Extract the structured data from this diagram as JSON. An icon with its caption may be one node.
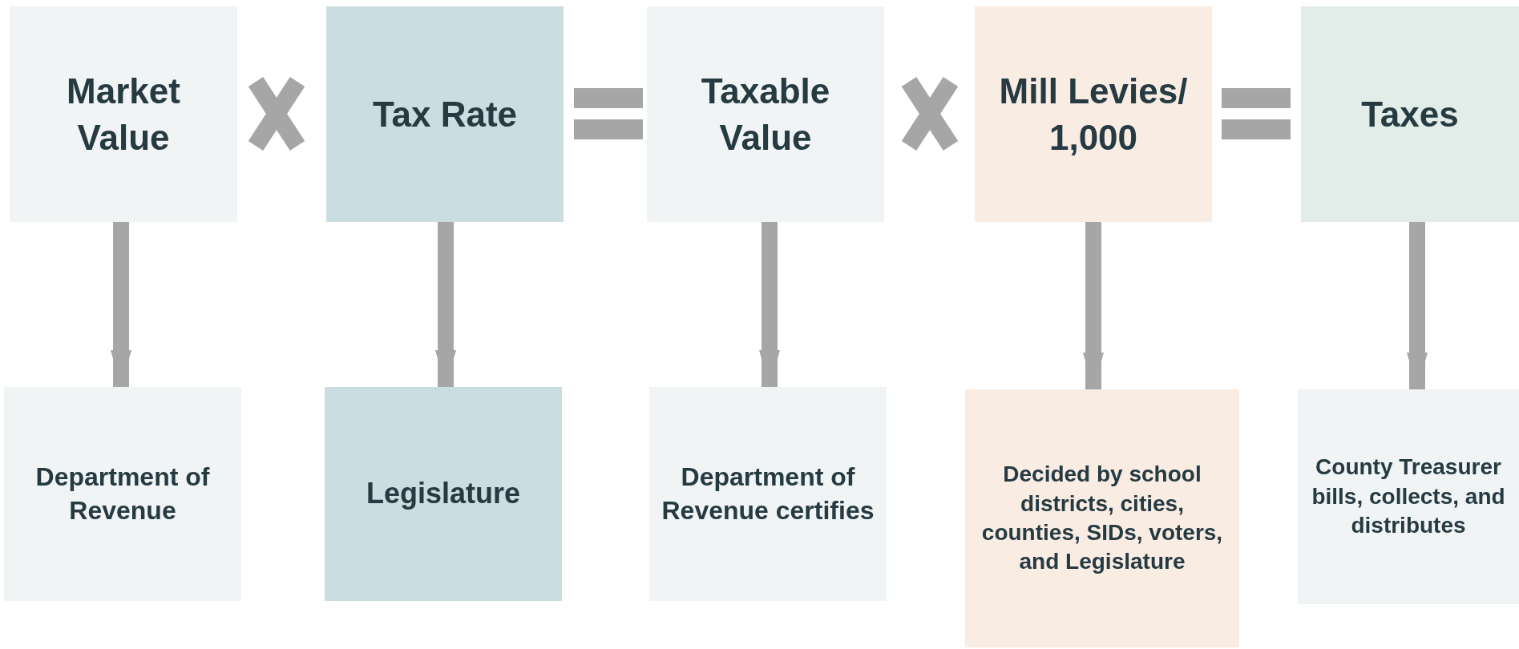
{
  "diagram": {
    "nodes": [
      {
        "text": [
          "Market Value"
        ]
      },
      {
        "text": [
          "Tax Rate"
        ]
      },
      {
        "text": [
          "Taxable Value"
        ]
      },
      {
        "text": [
          "Mill Levies/ 1,000"
        ]
      },
      {
        "text": [
          "Taxes"
        ]
      },
      {
        "text": [
          "Department of Revenue"
        ]
      },
      {
        "text": [
          "Legislature"
        ]
      },
      {
        "text": [
          "Department of Revenue certifies"
        ]
      },
      {
        "text": [
          "Decided by school districts, cities, counties, SIDs, voters, and Legislature"
        ]
      },
      {
        "text": [
          "County Treasurer bills, collects, and distributes"
        ]
      }
    ],
    "edges": [
      {
        "from": 0,
        "to": 5,
        "arrow": "to"
      },
      {
        "from": 1,
        "to": 6,
        "arrow": "to"
      },
      {
        "from": 2,
        "to": 7,
        "arrow": "to"
      },
      {
        "from": 3,
        "to": 8,
        "arrow": "to"
      },
      {
        "from": 4,
        "to": 9,
        "arrow": "to"
      }
    ]
  }
}
